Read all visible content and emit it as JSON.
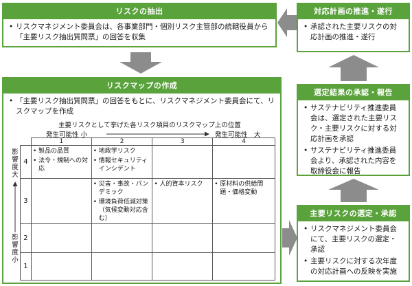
{
  "extract": {
    "title": "リスクの抽出",
    "items": [
      "リスクマネジメント委員会は、各事業部門・個別リスク主管部の統轄役員から「主要リスク抽出質問票」の回答を収集"
    ]
  },
  "map": {
    "title": "リスクマップの作成",
    "items": [
      "「主要リスク抽出質問票」の回答をもとに、リスクマネジメント委員会にて、リスクマップを作成"
    ],
    "caption": "主要リスクとして挙げた各リスク項目のリスクマップ上の位置",
    "x_small": "発生可能性 小",
    "x_large": "発生可能性　大",
    "y_top": [
      "影",
      "響",
      "度",
      "大"
    ],
    "y_bottom": [
      "影",
      "響",
      "度",
      "小"
    ],
    "columns": [
      "1",
      "2",
      "3",
      "4"
    ],
    "rows": [
      {
        "label": "4",
        "cells": [
          [
            "製品の品質",
            "法令・規制への対応"
          ],
          [
            "地政学リスク",
            "情報セキュリティインシデント"
          ],
          [],
          []
        ]
      },
      {
        "label": "3",
        "cells": [
          [],
          [
            "災害・事故・パンデミック",
            "環境負荷低減対策（気候変動対応含む）"
          ],
          [
            "人的資本リスク"
          ],
          [
            "原材料の供給問題・価格変動"
          ]
        ]
      },
      {
        "label": "2",
        "cells": [
          [],
          [],
          [],
          []
        ]
      },
      {
        "label": "1",
        "cells": [
          [],
          [],
          [],
          []
        ]
      }
    ]
  },
  "promote": {
    "title": "対応計画の推進・遂行",
    "items": [
      "承認された主要リスクの対応計画の推進・遂行"
    ]
  },
  "approve": {
    "title": "選定結果の承認・報告",
    "items": [
      "サステナビリティ推進委員会は、選定された主要リスク・主要リスクに対する対応計画を承認",
      "サステナビリティ推進委員会より、承認された内容を取締役会に報告"
    ]
  },
  "select": {
    "title": "主要リスクの選定・承認",
    "items": [
      "リスクマネジメント委員会にて、主要リスクの選定・承認",
      "主要リスクに対する次年度の対応計画への反映を実施"
    ]
  },
  "colors": {
    "green": "#5aa33c",
    "arrow": "#8c8c8c"
  }
}
